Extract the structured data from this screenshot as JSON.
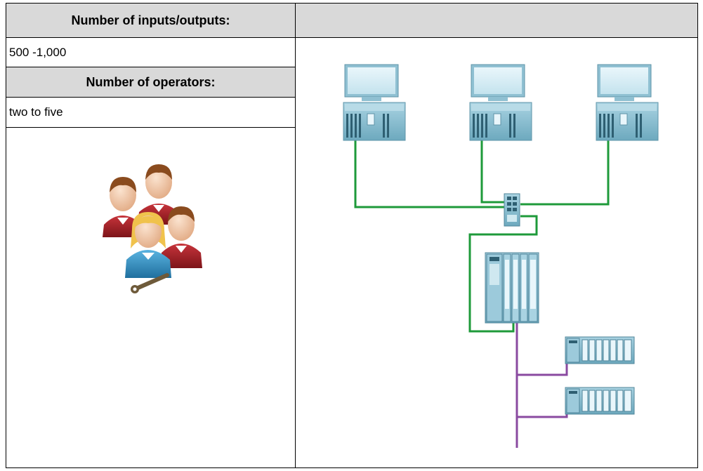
{
  "table": {
    "io_header": "Number of inputs/outputs:",
    "io_value": "500 -1,000",
    "operators_header": "Number of operators:",
    "operators_value": "two to five"
  },
  "diagram": {
    "terminal_bus_color": "#1e9a3a",
    "fieldbus_color": "#8a4aa0",
    "device_color": "#7fb6c9"
  },
  "icons": {
    "operators": "operator-group-icon",
    "workstation": "pc-workstation-icon",
    "switch": "network-switch-icon",
    "controller": "automation-controller-icon",
    "io": "distributed-io-icon"
  }
}
